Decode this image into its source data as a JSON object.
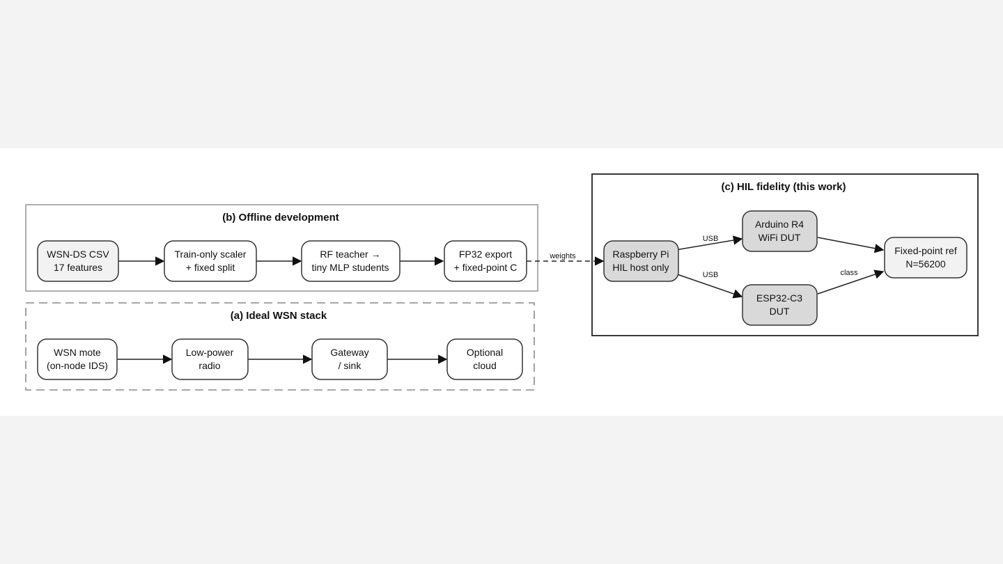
{
  "clusters": {
    "offline": {
      "title": "(b) Offline development"
    },
    "ideal": {
      "title": "(a) Ideal WSN stack"
    },
    "hil": {
      "title": "(c) HIL fidelity (this work)"
    }
  },
  "nodes": {
    "wsn_csv": {
      "line1": "WSN-DS CSV",
      "line2": "17 features"
    },
    "scaler": {
      "line1": "Train-only scaler",
      "line2": "+ fixed split"
    },
    "rf_teacher": {
      "line1": "RF teacher →",
      "line2": "tiny MLP students"
    },
    "fp32_export": {
      "line1": "FP32 export",
      "line2": "+ fixed-point C"
    },
    "wsn_mote": {
      "line1": "WSN mote",
      "line2": "(on-node IDS)"
    },
    "radio": {
      "line1": "Low-power",
      "line2": "radio"
    },
    "gateway": {
      "line1": "Gateway",
      "line2": "/ sink"
    },
    "cloud": {
      "line1": "Optional",
      "line2": "cloud"
    },
    "rpi": {
      "line1": "Raspberry Pi",
      "line2": "HIL host only"
    },
    "arduino": {
      "line1": "Arduino R4",
      "line2": "WiFi DUT"
    },
    "esp32": {
      "line1": "ESP32-C3",
      "line2": "DUT"
    },
    "fixed_ref": {
      "line1": "Fixed-point ref",
      "line2": "N=56200"
    }
  },
  "edges": {
    "weights": "weights",
    "usb_top": "USB",
    "usb_bottom": "USB",
    "class": "class"
  },
  "colors": {
    "node_fill_light": "#f2f2f2",
    "node_fill_white": "#ffffff",
    "node_fill_gray": "#d9d9d9",
    "stroke": "#333333",
    "cluster_offline_stroke": "#999999",
    "cluster_ideal_stroke": "#888888",
    "cluster_hil_stroke": "#222222"
  }
}
